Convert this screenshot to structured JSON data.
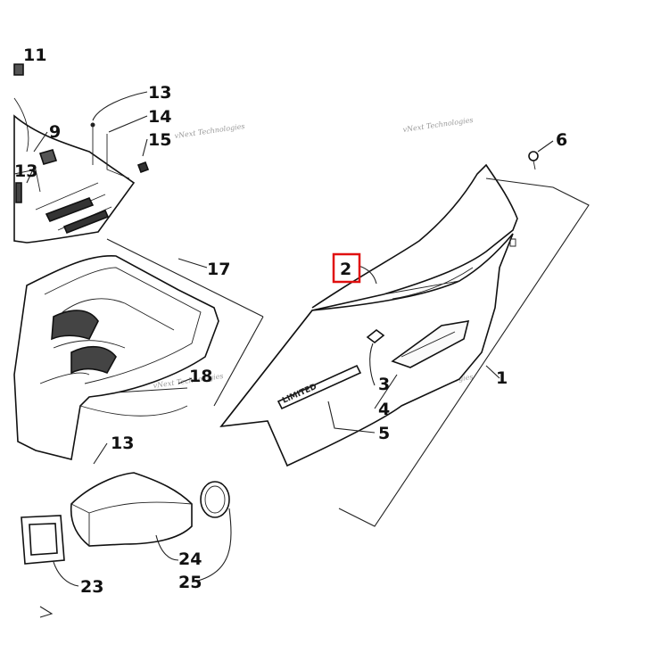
{
  "diagram": {
    "highlighted_callout": "2",
    "highlight_color": "#e01010",
    "watermark_text": "vNext Technologies",
    "decal_text": "LIMITED"
  },
  "callouts": {
    "c11": "11",
    "c13a": "13",
    "c14": "14",
    "c15": "15",
    "c9": "9",
    "c13b": "13",
    "c17": "17",
    "c18": "18",
    "c13c": "13",
    "c23": "23",
    "c24": "24",
    "c25": "25",
    "c2": "2",
    "c3": "3",
    "c4": "4",
    "c5": "5",
    "c1": "1",
    "c6": "6"
  }
}
